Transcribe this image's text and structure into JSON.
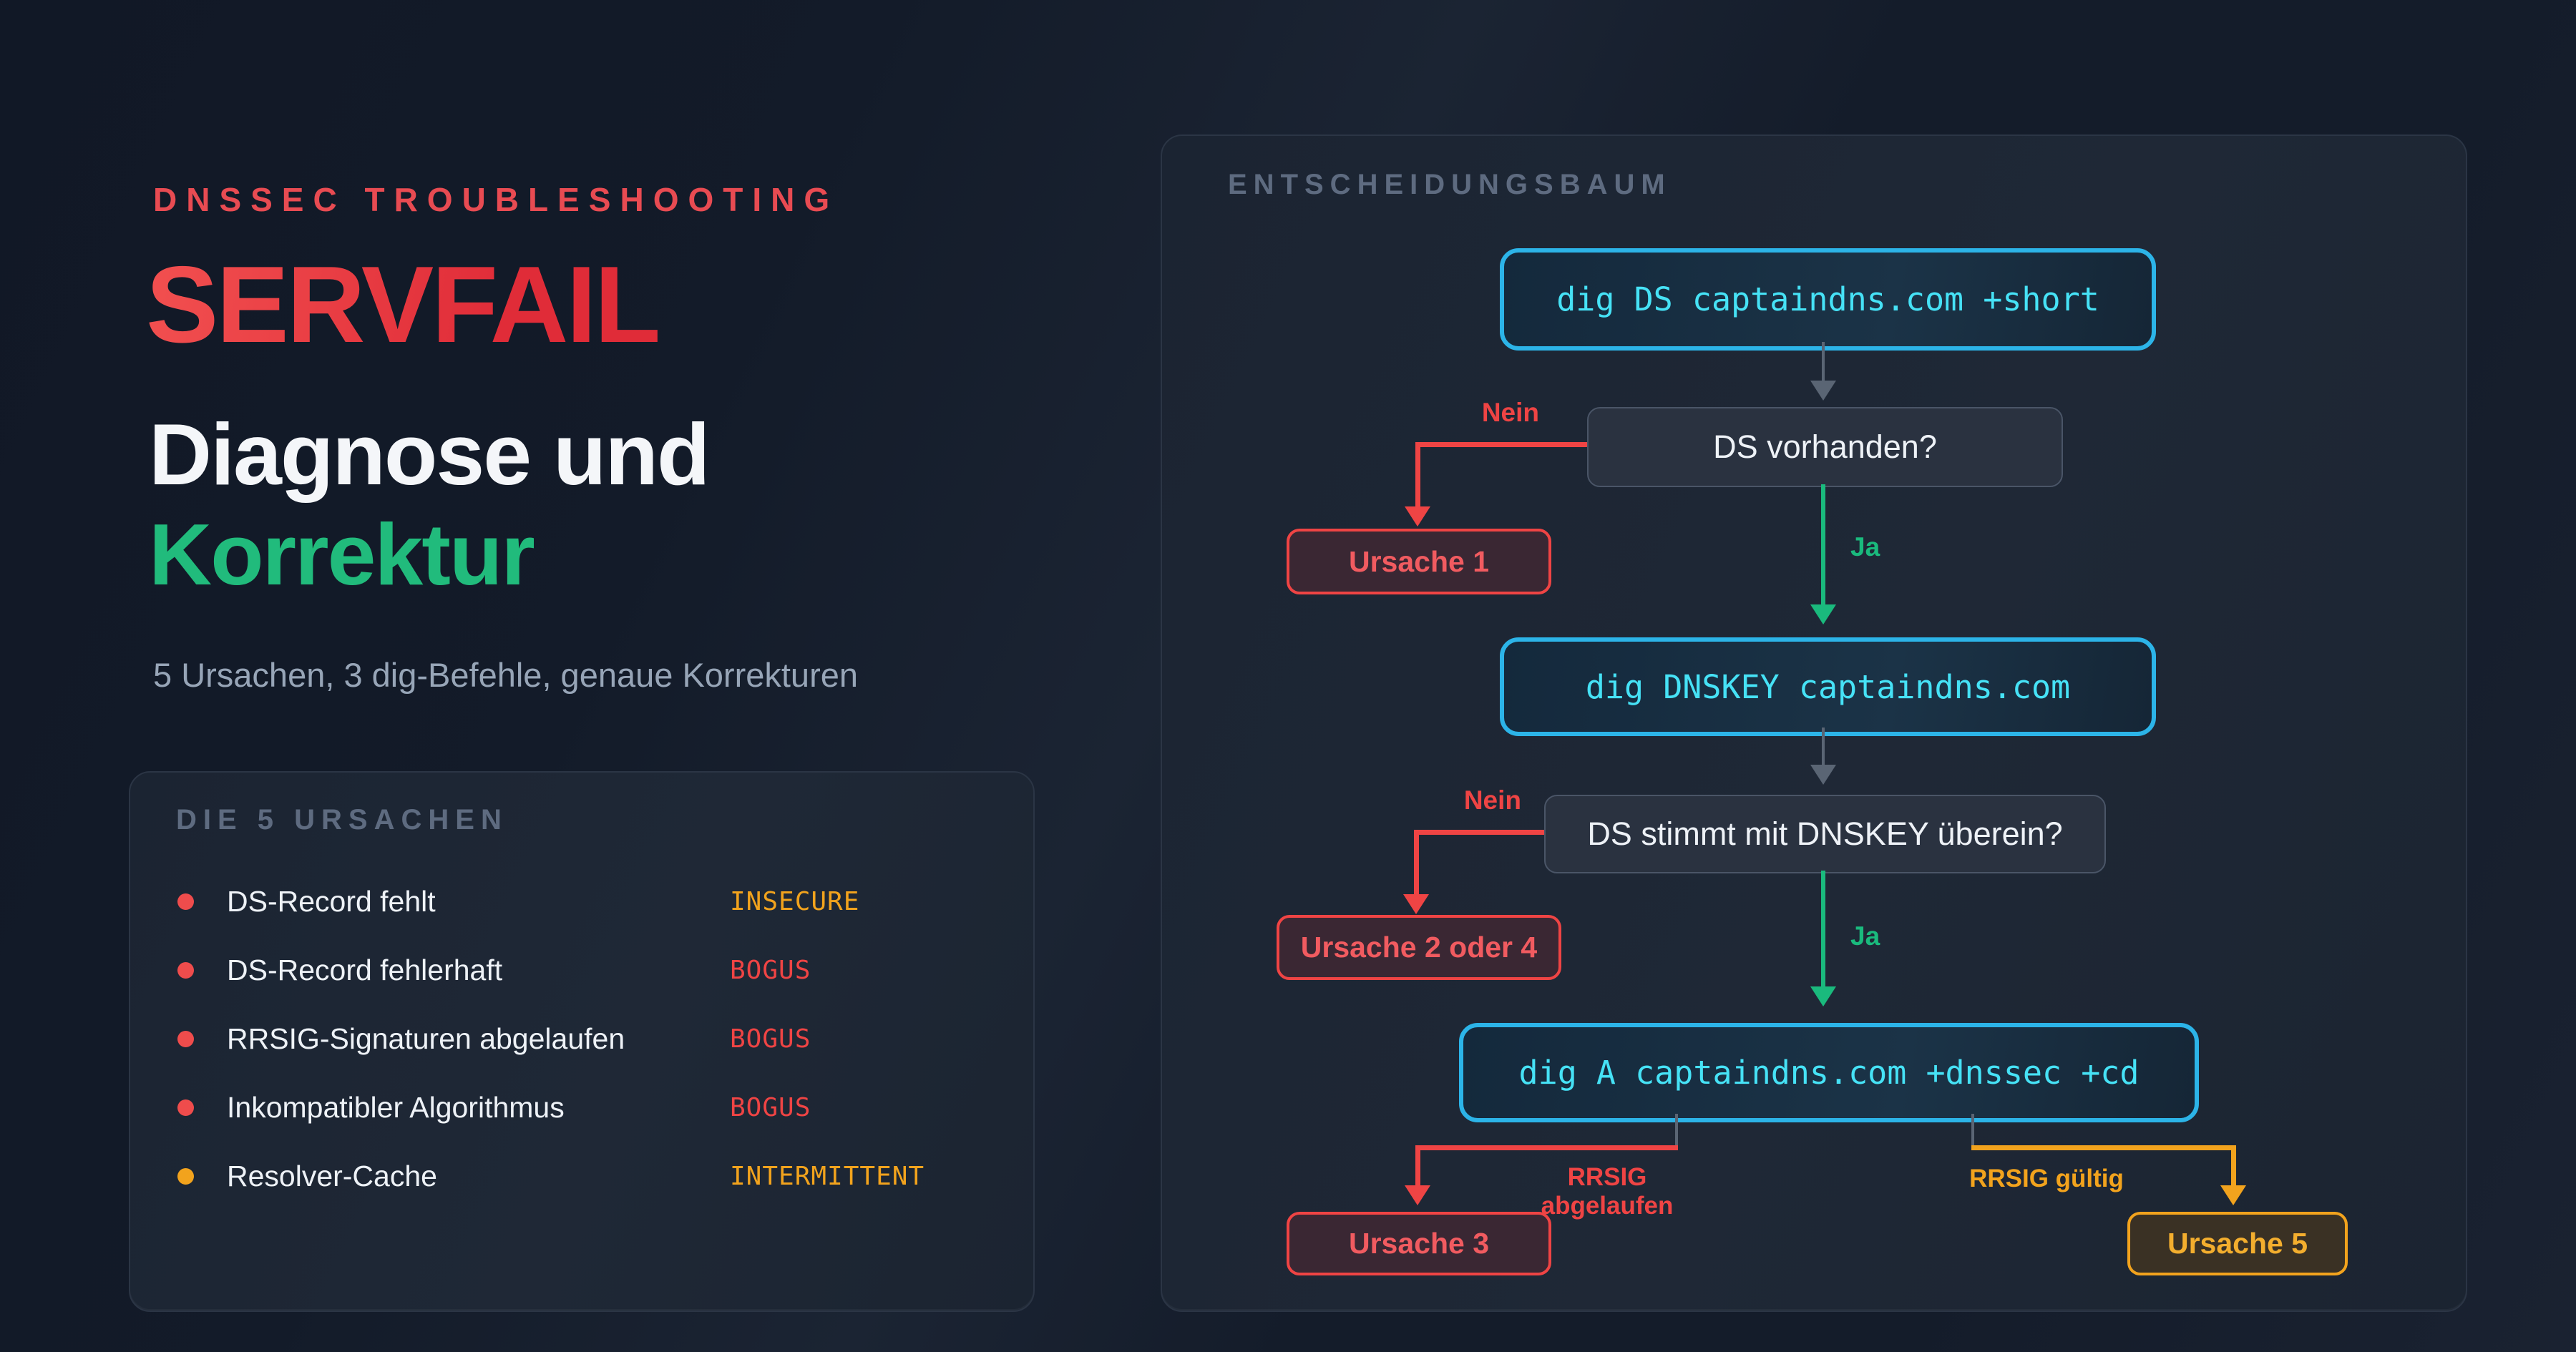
{
  "header": {
    "kicker": "DNSSEC TROUBLESHOOTING",
    "title": "SERVFAIL",
    "subtitle_line1": "Diagnose und",
    "subtitle_line2": "Korrektur",
    "tagline": "5 Ursachen, 3 dig-Befehle, genaue Korrekturen"
  },
  "causes_card": {
    "header": "DIE 5 URSACHEN",
    "items": [
      {
        "label": "DS-Record fehlt",
        "status": "INSECURE"
      },
      {
        "label": "DS-Record fehlerhaft",
        "status": "BOGUS"
      },
      {
        "label": "RRSIG-Signaturen abgelaufen",
        "status": "BOGUS"
      },
      {
        "label": "Inkompatibler Algorithmus",
        "status": "BOGUS"
      },
      {
        "label": "Resolver-Cache",
        "status": "INTERMITTENT"
      }
    ]
  },
  "tree_card": {
    "header": "ENTSCHEIDUNGSBAUM",
    "commands": [
      "dig DS captaindns.com +short",
      "dig DNSKEY captaindns.com",
      "dig A captaindns.com +dnssec +cd"
    ],
    "questions": [
      "DS vorhanden?",
      "DS stimmt mit DNSKEY überein?"
    ],
    "edge_labels": {
      "yes": "Ja",
      "no": "Nein",
      "rrsig_expired": "RRSIG abgelaufen",
      "rrsig_valid": "RRSIG gültig"
    },
    "outcomes": [
      "Ursache 1",
      "Ursache 2 oder 4",
      "Ursache 3",
      "Ursache 5"
    ]
  },
  "colors": {
    "background": "#151d2b",
    "card": "#1c2534",
    "red": "#ef4444",
    "red_text": "#f15b60",
    "green": "#1aba7d",
    "cyan_border": "#2cb4e8",
    "cyan_text": "#46e2f6",
    "amber": "#f2a31d",
    "gray_line": "#5a6574",
    "muted_header": "#5e6b80",
    "text": "#eef2f7",
    "subtitle": "#97a5b7"
  }
}
